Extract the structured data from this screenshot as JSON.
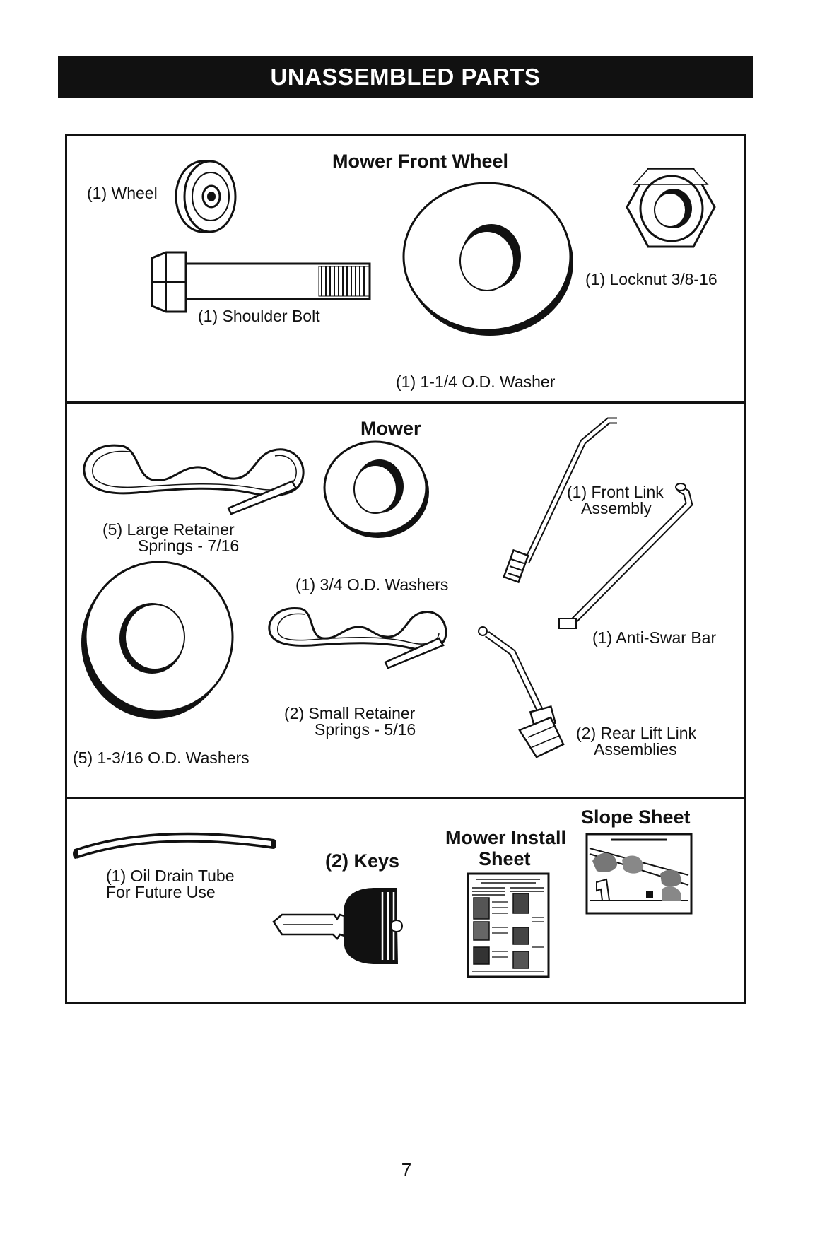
{
  "header": {
    "title": "UNASSEMBLED PARTS"
  },
  "section_front_wheel": {
    "heading": "Mower Front Wheel",
    "wheel_label": "(1) Wheel",
    "bolt_label": "(1) Shoulder Bolt",
    "washer_label": "(1) 1-1/4 O.D. Washer",
    "locknut_label": "(1) Locknut  3/8-16"
  },
  "section_mower": {
    "heading": "Mower",
    "large_springs_label_1": "(5)  Large Retainer",
    "large_springs_label_2": "Springs - 7/16",
    "small_washer_label": "(1) 3/4 O.D. Washers",
    "front_link_label_1": "(1) Front Link",
    "front_link_label_2": "Assembly",
    "anti_sway_label": "(1) Anti-Swar Bar",
    "big_washers_label": "(5) 1-3/16 O.D. Washers",
    "small_springs_label_1": "(2)  Small Retainer",
    "small_springs_label_2": "Springs - 5/16",
    "rear_link_label_1": "(2) Rear Lift Link",
    "rear_link_label_2": "Assemblies"
  },
  "section_misc": {
    "oil_tube_label_1": "(1) Oil Drain Tube",
    "oil_tube_label_2": "For Future Use",
    "keys_heading": "(2) Keys",
    "install_heading_1": "Mower Install",
    "install_heading_2": "Sheet",
    "slope_heading": "Slope Sheet"
  },
  "footer": {
    "page_number": "7"
  }
}
